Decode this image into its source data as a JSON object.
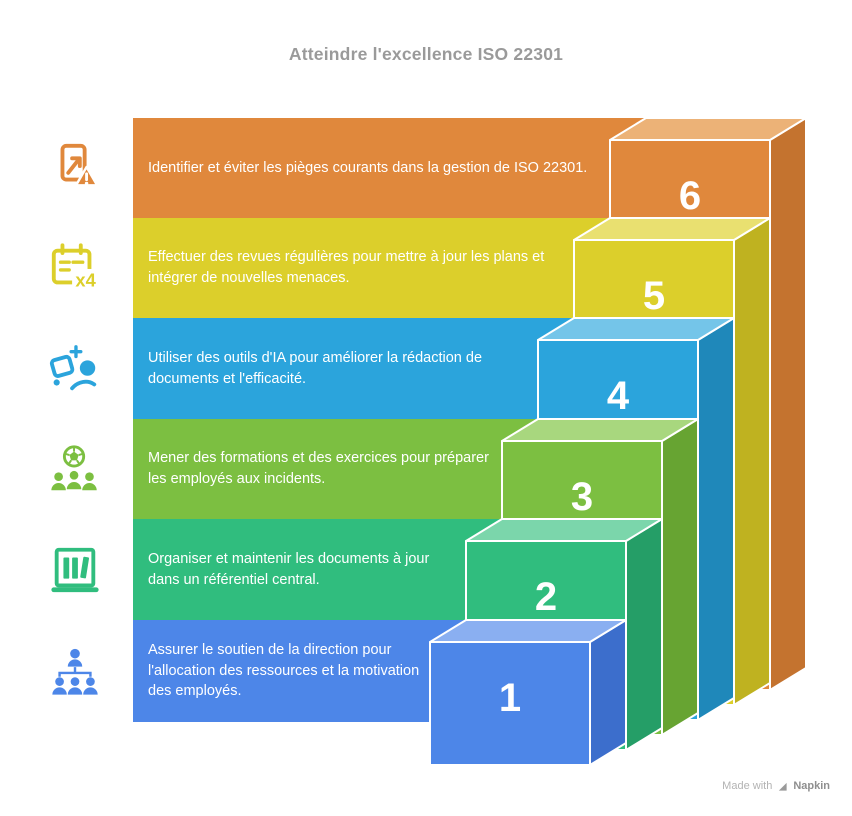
{
  "title": "Atteindre l'excellence ISO 22301",
  "watermark": {
    "prefix": "Made with",
    "brand": "Napkin"
  },
  "palette": {
    "title_gray": "#9A9A9A",
    "text_on_band": "#FFFFFF",
    "outline": "#FFFFFF"
  },
  "rows": [
    {
      "step_number": "6",
      "icon": "pitfall-warning-icon",
      "color": "#E0883C",
      "color_light": "#ECB277",
      "color_dark": "#C4732F",
      "text": "Identifier et éviter les pièges courants dans la gestion de ISO 22301."
    },
    {
      "step_number": "5",
      "icon": "calendar-x4-icon",
      "icon_label": "x4",
      "color": "#DCCF2B",
      "color_light": "#E9E070",
      "color_dark": "#BFB220",
      "text": "Effectuer des revues régulières pour mettre à jour les plans et intégrer de nouvelles menaces."
    },
    {
      "step_number": "4",
      "icon": "ai-tools-icon",
      "color": "#2BA4DC",
      "color_light": "#74C5E9",
      "color_dark": "#1F88BA",
      "text": "Utiliser des outils d'IA pour améliorer la rédaction de documents et l'efficacité."
    },
    {
      "step_number": "3",
      "icon": "team-training-icon",
      "color": "#7CBF41",
      "color_light": "#A8D77E",
      "color_dark": "#67A432",
      "text": "Mener des formations et des exercices pour préparer les employés aux incidents."
    },
    {
      "step_number": "2",
      "icon": "document-shelf-icon",
      "color": "#30BD7E",
      "color_light": "#7BD6AB",
      "color_dark": "#259E67",
      "text": "Organiser et maintenir les documents à jour dans un référentiel central."
    },
    {
      "step_number": "1",
      "icon": "org-support-icon",
      "color": "#4D86E8",
      "color_light": "#8AAFF1",
      "color_dark": "#3C6ECC",
      "text": "Assurer le soutien de la direction pour l'allocation des ressources et la motivation des employés."
    }
  ]
}
